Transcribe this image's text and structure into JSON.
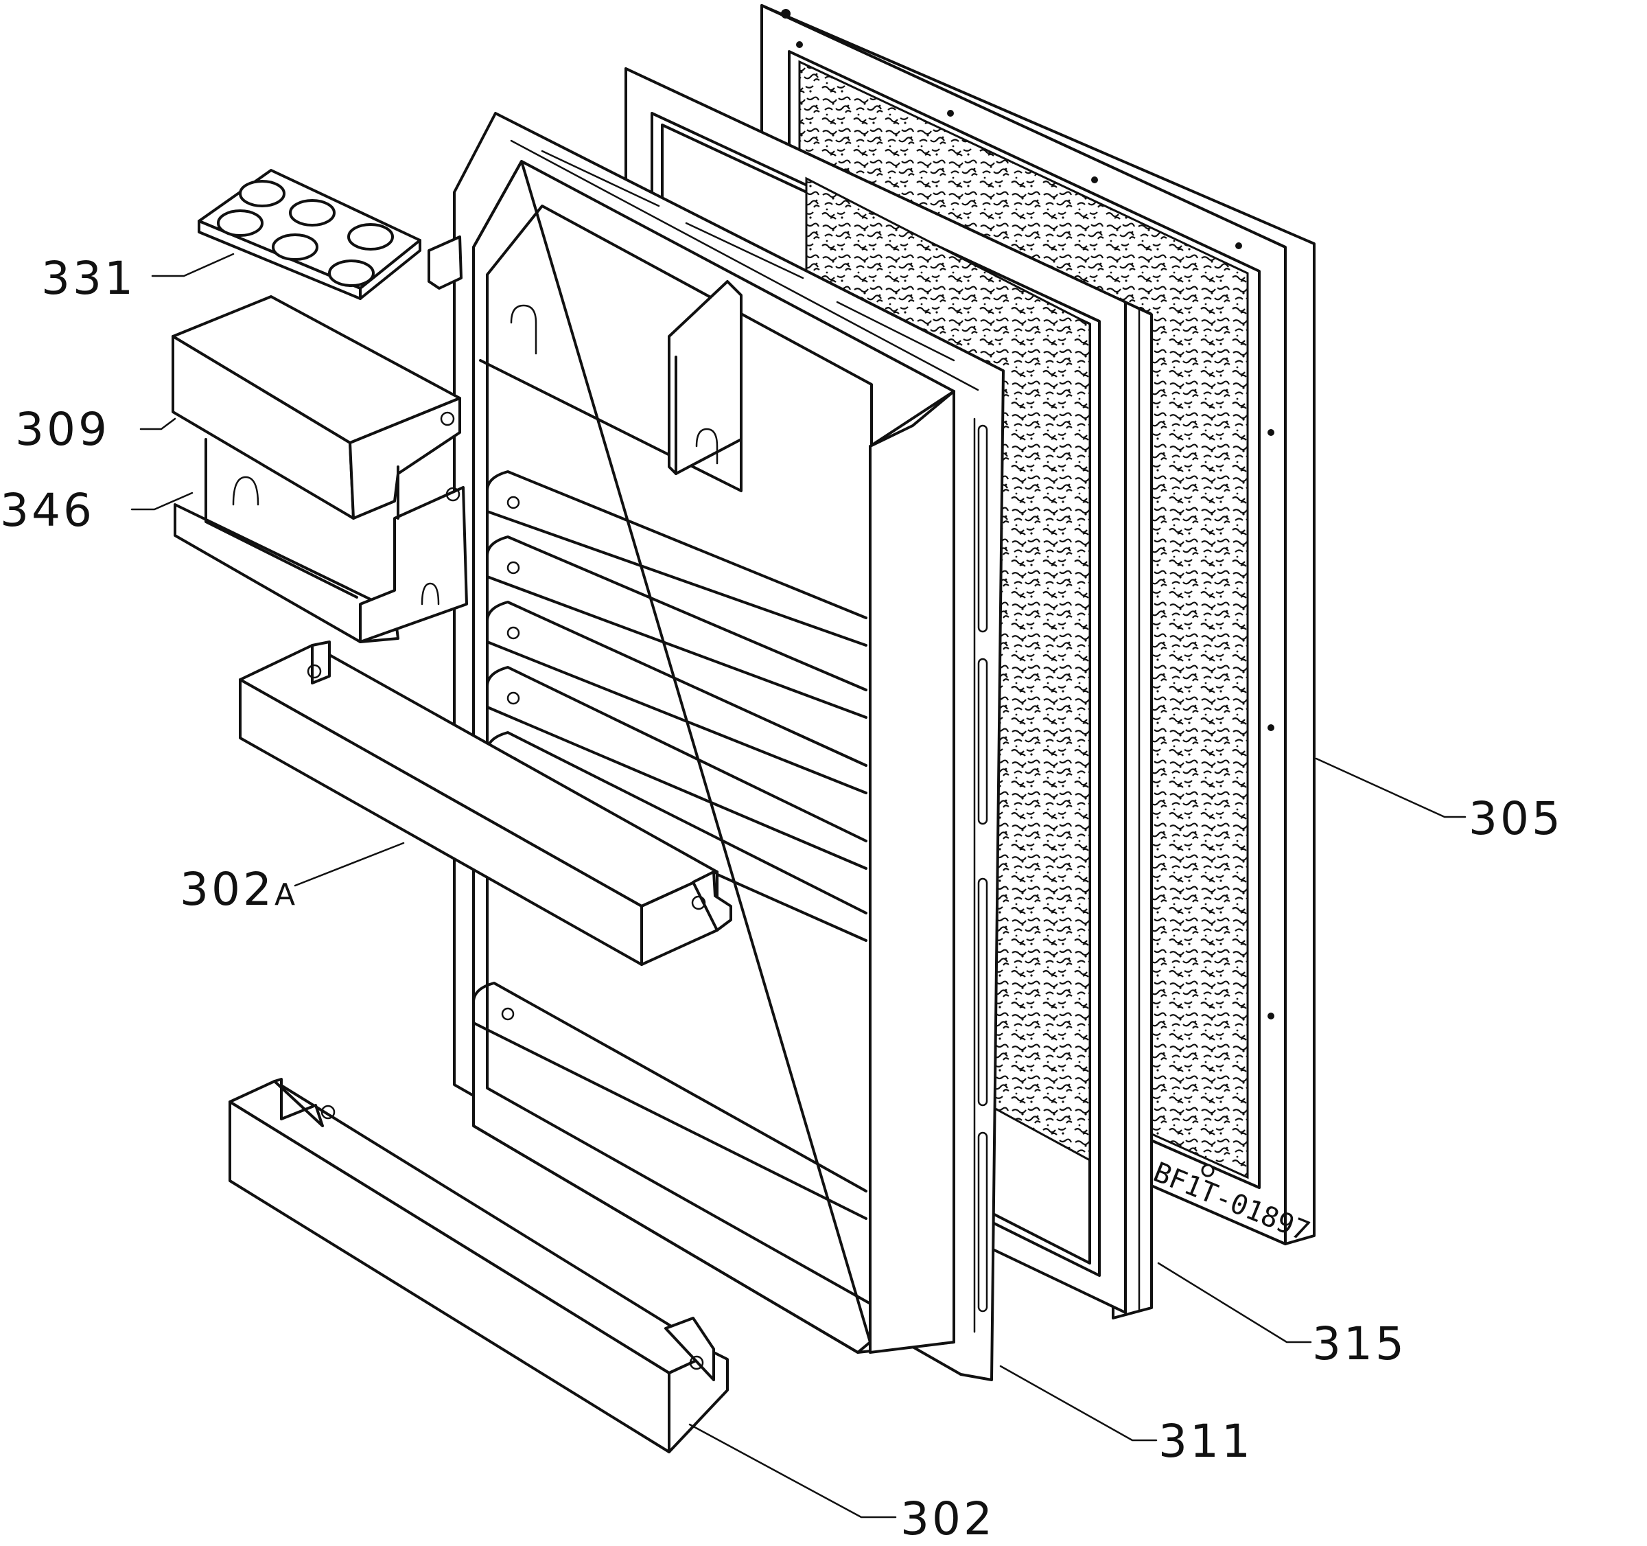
{
  "labels": {
    "p331": "331",
    "p309": "309",
    "p346": "346",
    "p302a_num": "302",
    "p302a_suffix": "A",
    "p305": "305",
    "p315": "315",
    "p311": "311",
    "p302": "302"
  },
  "drawing_code": "BF1T-01897",
  "colors": {
    "line": "#111111",
    "background": "#ffffff"
  }
}
